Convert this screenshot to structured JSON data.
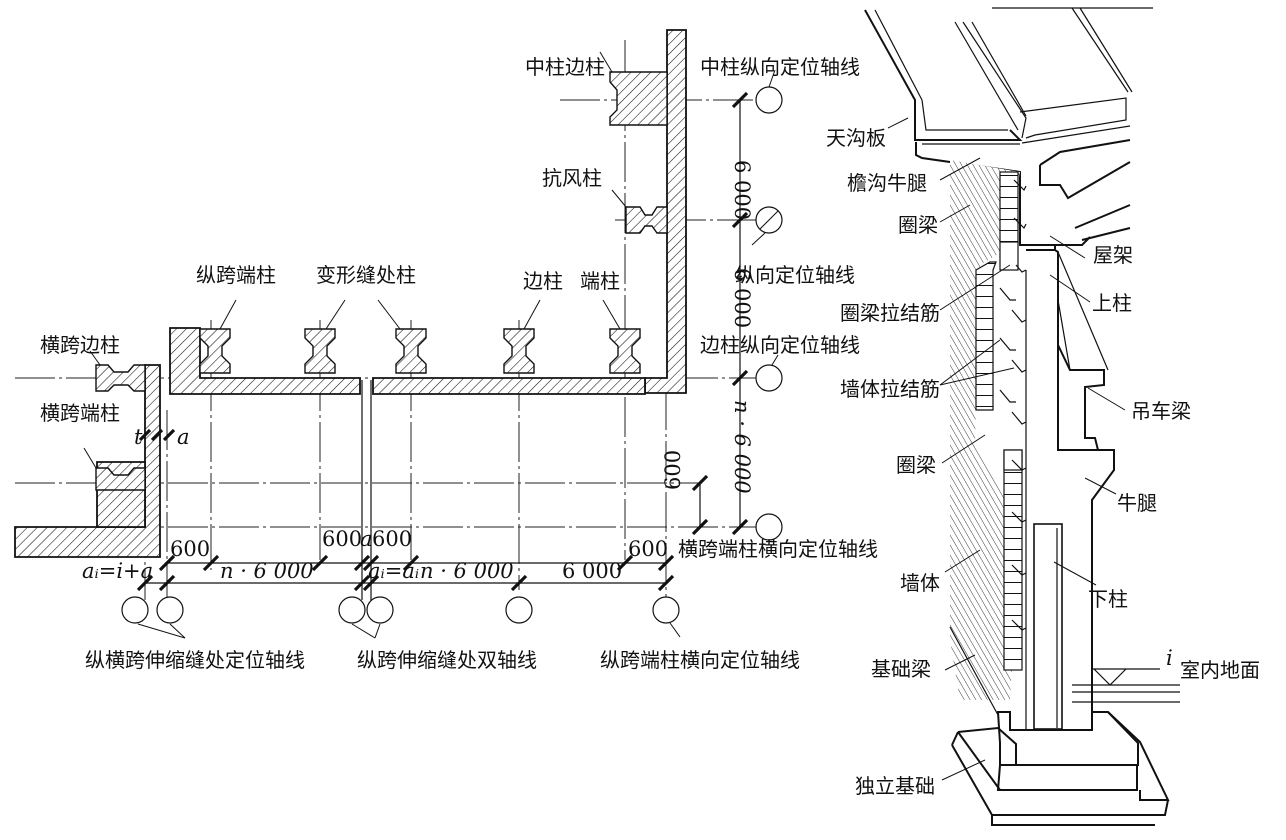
{
  "figure": {
    "plan_labels": {
      "middle_side_column": "中柱边柱",
      "middle_column_longitudinal_axis": "中柱纵向定位轴线",
      "wind_column": "抗风柱",
      "longitudinal_axis": "纵向定位轴线",
      "longitudinal_end_column": "纵跨端柱",
      "deformation_joint_column": "变形缝处柱",
      "side_column": "边柱",
      "end_column": "端柱",
      "side_column_longitudinal_axis": "边柱纵向定位轴线",
      "transverse_side_column": "横跨边柱",
      "transverse_end_column": "横跨端柱",
      "transverse_end_column_transverse_axis": "横跨端柱横向定位轴线",
      "expansion_joint_axes_cross": "纵横跨伸缩缝处定位轴线",
      "expansion_joint_double_axes": "纵跨伸缩缝处双轴线",
      "longitudinal_end_column_transverse_axis": "纵跨端柱横向定位轴线"
    },
    "dimensions": {
      "span_6000_a": "6 000",
      "span_6000_b": "6 000",
      "span_n6000_vertical": "n · 6 000",
      "offset_600_vertical": "600",
      "offset_600_left": "600",
      "offset_600_mid_left": "600",
      "gap_a_mid": "a",
      "offset_600_mid_right": "600",
      "span_n6000_left": "n · 6 000",
      "span_n6000_mid": "n · 6 000",
      "span_6000_right": "6 000",
      "offset_600_right": "600",
      "formula_left": "aᵢ=i+a",
      "formula_mid": "aᵢ=aᵢ",
      "t_label": "t",
      "a_label": "a"
    },
    "section_labels": {
      "gutter_slab": "天沟板",
      "eaves_corbel": "檐沟牛腿",
      "ring_beam_top": "圈梁",
      "roof_truss": "屋架",
      "upper_column": "上柱",
      "ring_beam_tie_bars": "圈梁拉结筋",
      "wall_tie_bars": "墙体拉结筋",
      "crane_beam": "吊车梁",
      "ring_beam_mid": "圈梁",
      "corbel": "牛腿",
      "wall": "墙体",
      "lower_column": "下柱",
      "foundation_beam": "基础梁",
      "indoor_floor": "室内地面",
      "indoor_floor_mark": "i",
      "isolated_foundation": "独立基础"
    }
  }
}
